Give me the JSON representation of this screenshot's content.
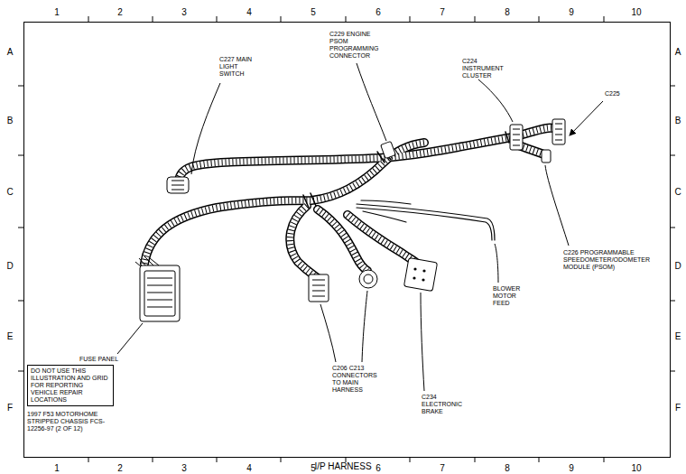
{
  "diagram": {
    "caption": "I/P HARNESS",
    "nodes": [
      {
        "text": [
          "DO NOT USE THIS ILLUSTRATION AND GRID FOR REPORTING VEHICLE REPAIR LOCATIONS"
        ]
      }
    ],
    "labels": [
      "1",
      "2",
      "3",
      "4",
      "5",
      "6",
      "7",
      "8",
      "9",
      "10",
      "1",
      "2",
      "3",
      "4",
      "5",
      "6",
      "7",
      "8",
      "9",
      "10",
      "A",
      "B",
      "C",
      "D",
      "E",
      "F",
      "A",
      "B",
      "C",
      "D",
      "E",
      "F",
      "C227 MAIN LIGHT SWITCH",
      "C229 ENGINE PSOM PROGRAMMING CONNECTOR",
      "C224 INSTRUMENT CLUSTER",
      "C225",
      "C226 PROGRAMMABLE SPEEDOMETER/ODOMETER MODULE (PSOM)",
      "BLOWER MOTOR FEED",
      "FUSE PANEL",
      "C206 C213 CONNECTORS TO MAIN HARNESS",
      "C234 ELECTRONIC BRAKE",
      "1997 F53 MOTORHOME STRIPPED CHASSIS FCS-12256-97 (2 OF 12)"
    ]
  }
}
